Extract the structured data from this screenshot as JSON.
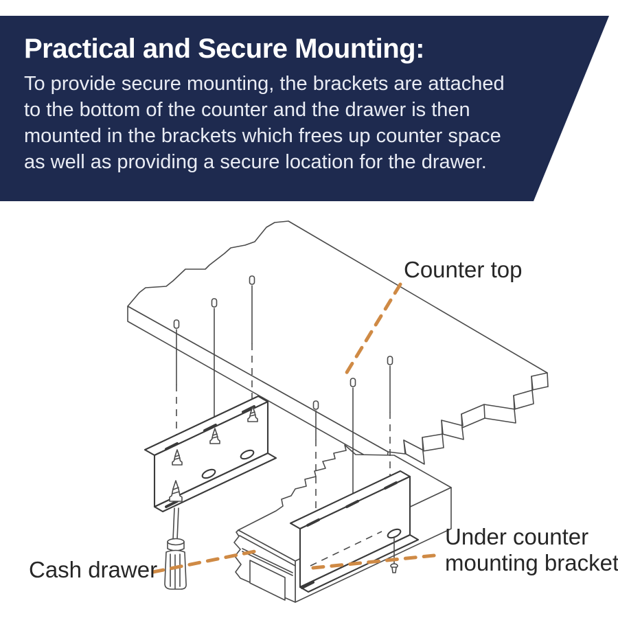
{
  "banner": {
    "title": "Practical and Secure Mounting:",
    "lines": [
      "To provide secure mounting, the brackets are attached",
      "to the bottom of the counter and the drawer is then",
      "mounted in the brackets which frees up counter space",
      "as well as providing a secure location for the drawer."
    ],
    "bg_color": "#1e2a4f",
    "title_color": "#ffffff",
    "body_color": "#e9ecf4"
  },
  "diagram": {
    "labels": {
      "counter_top": "Counter top",
      "cash_drawer": "Cash drawer",
      "bracket_line1": "Under counter",
      "bracket_line2": "mounting bracket"
    },
    "leader_color": "#cf8a45",
    "line_color": "#4a4a4a",
    "label_color": "#262626"
  }
}
